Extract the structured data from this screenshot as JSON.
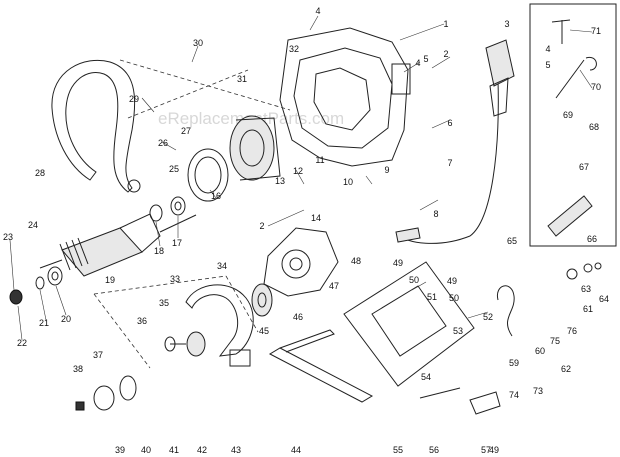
{
  "watermark": "eReplacementParts.com",
  "callouts": [
    {
      "id": "1",
      "text": "1"
    },
    {
      "id": "2a",
      "text": "2"
    },
    {
      "id": "2b",
      "text": "2"
    },
    {
      "id": "3",
      "text": "3"
    },
    {
      "id": "4a",
      "text": "4"
    },
    {
      "id": "4b",
      "text": "4"
    },
    {
      "id": "4c",
      "text": "4"
    },
    {
      "id": "5a",
      "text": "5"
    },
    {
      "id": "5b",
      "text": "5"
    },
    {
      "id": "6",
      "text": "6"
    },
    {
      "id": "7",
      "text": "7"
    },
    {
      "id": "8",
      "text": "8"
    },
    {
      "id": "9",
      "text": "9"
    },
    {
      "id": "10",
      "text": "10"
    },
    {
      "id": "11",
      "text": "11"
    },
    {
      "id": "12",
      "text": "12"
    },
    {
      "id": "13",
      "text": "13"
    },
    {
      "id": "14",
      "text": "14"
    },
    {
      "id": "16",
      "text": "16"
    },
    {
      "id": "17",
      "text": "17"
    },
    {
      "id": "18",
      "text": "18"
    },
    {
      "id": "19",
      "text": "19"
    },
    {
      "id": "20",
      "text": "20"
    },
    {
      "id": "21",
      "text": "21"
    },
    {
      "id": "22",
      "text": "22"
    },
    {
      "id": "23",
      "text": "23"
    },
    {
      "id": "24",
      "text": "24"
    },
    {
      "id": "25",
      "text": "25"
    },
    {
      "id": "26",
      "text": "26"
    },
    {
      "id": "27",
      "text": "27"
    },
    {
      "id": "28",
      "text": "28"
    },
    {
      "id": "29",
      "text": "29"
    },
    {
      "id": "30",
      "text": "30"
    },
    {
      "id": "31",
      "text": "31"
    },
    {
      "id": "32",
      "text": "32"
    },
    {
      "id": "33",
      "text": "33"
    },
    {
      "id": "34",
      "text": "34"
    },
    {
      "id": "35",
      "text": "35"
    },
    {
      "id": "36",
      "text": "36"
    },
    {
      "id": "37",
      "text": "37"
    },
    {
      "id": "38",
      "text": "38"
    },
    {
      "id": "39",
      "text": "39"
    },
    {
      "id": "40",
      "text": "40"
    },
    {
      "id": "41",
      "text": "41"
    },
    {
      "id": "42",
      "text": "42"
    },
    {
      "id": "43",
      "text": "43"
    },
    {
      "id": "44",
      "text": "44"
    },
    {
      "id": "45",
      "text": "45"
    },
    {
      "id": "46",
      "text": "46"
    },
    {
      "id": "47",
      "text": "47"
    },
    {
      "id": "48",
      "text": "48"
    },
    {
      "id": "49a",
      "text": "49"
    },
    {
      "id": "49b",
      "text": "49"
    },
    {
      "id": "49c",
      "text": "49"
    },
    {
      "id": "50a",
      "text": "50"
    },
    {
      "id": "50b",
      "text": "50"
    },
    {
      "id": "51",
      "text": "51"
    },
    {
      "id": "52",
      "text": "52"
    },
    {
      "id": "53",
      "text": "53"
    },
    {
      "id": "54",
      "text": "54"
    },
    {
      "id": "55",
      "text": "55"
    },
    {
      "id": "56",
      "text": "56"
    },
    {
      "id": "57",
      "text": "57"
    },
    {
      "id": "59",
      "text": "59"
    },
    {
      "id": "60",
      "text": "60"
    },
    {
      "id": "61",
      "text": "61"
    },
    {
      "id": "62",
      "text": "62"
    },
    {
      "id": "63",
      "text": "63"
    },
    {
      "id": "64",
      "text": "64"
    },
    {
      "id": "65",
      "text": "65"
    },
    {
      "id": "66",
      "text": "66"
    },
    {
      "id": "67",
      "text": "67"
    },
    {
      "id": "68",
      "text": "68"
    },
    {
      "id": "69",
      "text": "69"
    },
    {
      "id": "70",
      "text": "70"
    },
    {
      "id": "71",
      "text": "71"
    },
    {
      "id": "73",
      "text": "73"
    },
    {
      "id": "74",
      "text": "74"
    },
    {
      "id": "75",
      "text": "75"
    },
    {
      "id": "76",
      "text": "76"
    }
  ]
}
